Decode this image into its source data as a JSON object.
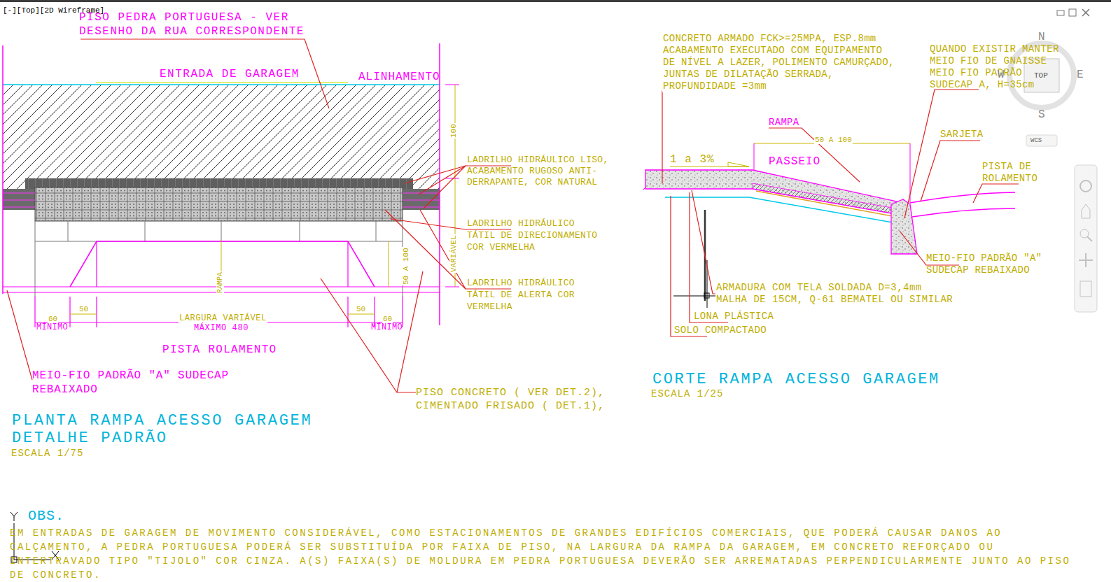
{
  "diagram": {
    "labels": [
      "[-][Top][2D Wireframe]",
      "PISO PEDRA PORTUGUESA - VER DESENHO DA RUA CORRESPONDENTE",
      "ENTRADA DE GARAGEM",
      "ALINHAMENTO",
      "100",
      "LADRILHO HIDRÁULICO LISO, ACABAMENTO RUGOSO ANTI-DERRAPANTE, COR NATURAL",
      "LADRILHO HIDRÁULICO TÁTIL DE DIRECIONAMENTO COR VERMELHA",
      "VARIÁVEL",
      "50 A 100",
      "RAMPA",
      "LADRILHO HIDRÁULICO TÁTIL DE ALERTA COR VERMELHA",
      "60",
      "MÍNIMO",
      "50",
      "LARGURA VARIÁVEL",
      "MÁXIMO 480",
      "50",
      "60",
      "MÍNIMO",
      "PISTA ROLAMENTO",
      "MEIO-FIO PADRÃO \"A\" SUDECAP REBAIXADO",
      "PISO CONCRETO ( VER DET.2), CIMENTADO FRISADO ( DET.1),",
      "PLANTA RAMPA ACESSO GARAGEM DETALHE PADRÃO",
      "ESCALA 1/75",
      "CONCRETO ARMADO FCK>=25MPA, ESP.8mm ACABAMENTO EXECUTADO COM EQUIPAMENTO DE NÍVEL A LAZER, POLIMENTO CAMURÇADO, JUNTAS DE DILATAÇÃO SERRADA, PROFUNDIDADE =3mm",
      "QUANDO EXISTIR MANTER MEIO FIO DE GNAISSE MEIO FIO PADRÃO SUDECAP A, H=35cm",
      "N",
      "W",
      "TOP",
      "E",
      "S",
      "WCS",
      "1 a 3%",
      "RAMPA",
      "50 A 100",
      "PASSEIO",
      "SARJETA",
      "PISTA DE ROLAMENTO",
      "MEIO-FIO PADRÃO \"A\" SUDECAP REBAIXADO",
      "ARMADURA COM TELA SOLDADA D=3,4mm MALHA DE 15CM, Q-61 BEMATEL OU SIMILAR",
      "LONA PLÁSTICA",
      "SOLO COMPACTADO",
      "CORTE RAMPA ACESSO GARAGEM",
      "ESCALA 1/25",
      "OBS.",
      "EM ENTRADAS DE GARAGEM DE MOVIMENTO CONSIDERÁVEL, COMO ESTACIONAMENTOS DE GRANDES EDIFÍCIOS COMERCIAIS, QUE PODERÁ CAUSAR DANOS AO CALÇAMENTO, A PEDRA PORTUGUESA PODERÁ SER SUBSTITUÍDA POR FAIXA DE PISO, NA LARGURA DA RAMPA DA GARAGEM, EM CONCRETO REFORÇADO OU INTERTRAVADO TIPO \"TIJOLO\" COR CINZA. A(S) FAIXA(S) DE MOLDURA EM PEDRA PORTUGUESA DEVERÃO SER ARREMATADAS PERPENDICULARMENTE JUNTO AO PISO DE CONCRETO."
    ]
  }
}
